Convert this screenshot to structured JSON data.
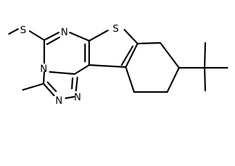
{
  "molecule": {
    "atom_labels": {
      "s_methylthio": "S",
      "n_pyrimidine": "N",
      "s_thiophene": "S",
      "n_bridgehead": "N",
      "n_triazole_1": "N",
      "n_triazole_2": "N"
    },
    "colors": {
      "bond": "#000000",
      "label": "#000000",
      "background": "#ffffff"
    }
  }
}
